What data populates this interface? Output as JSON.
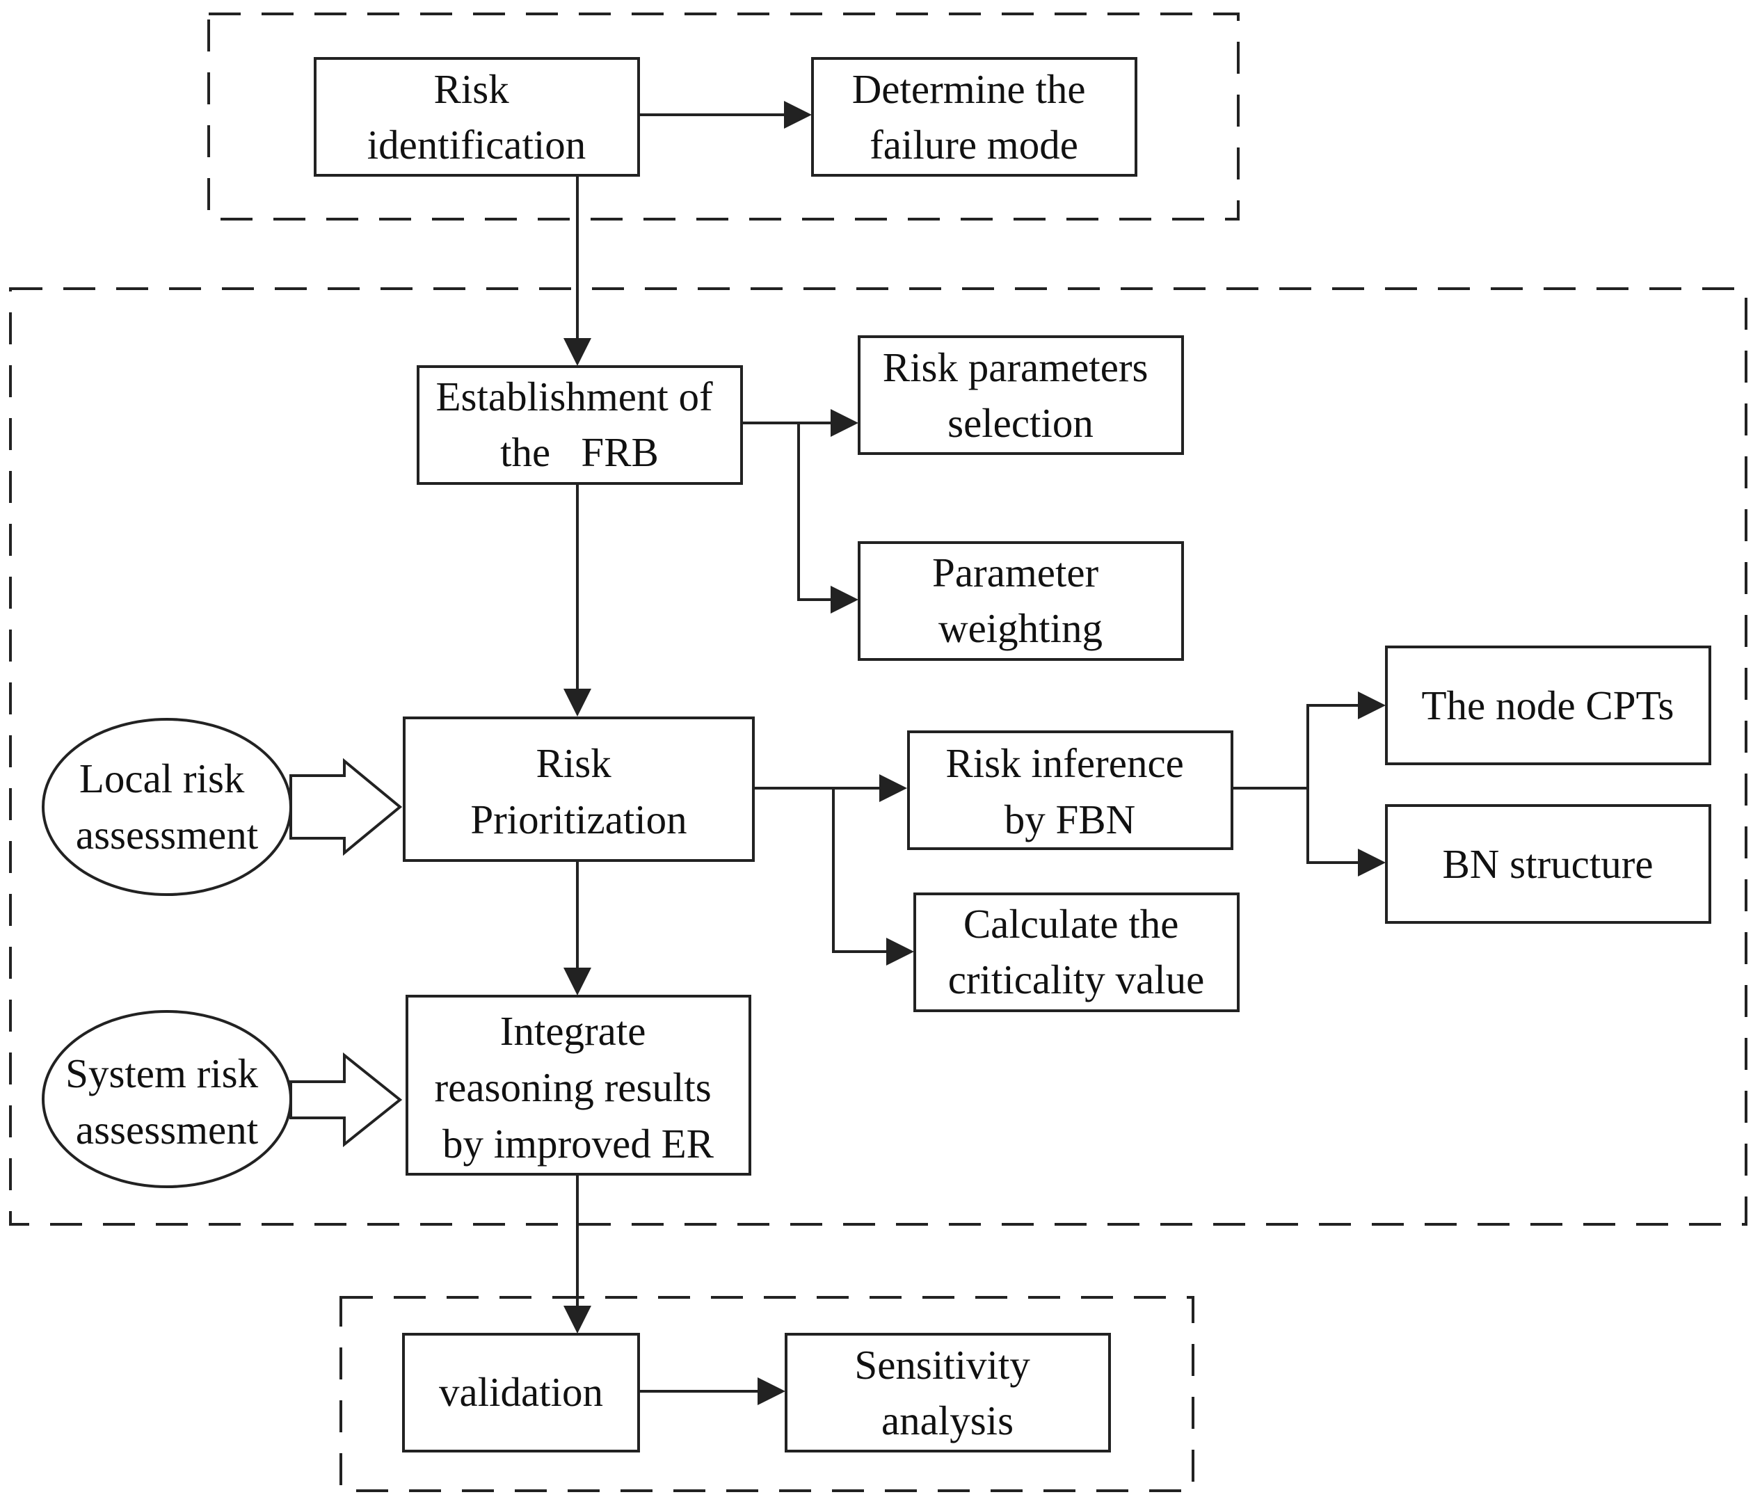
{
  "nodes": {
    "risk_identification": [
      "Risk",
      "identification"
    ],
    "determine_failure_mode": [
      "Determine the",
      "failure mode"
    ],
    "establishment_frb": [
      "Establishment of",
      "the   FRB"
    ],
    "risk_parameters_selection": [
      "Risk parameters",
      "selection"
    ],
    "parameter_weighting": [
      "Parameter",
      "weighting"
    ],
    "risk_prioritization": [
      "Risk",
      "Prioritization"
    ],
    "risk_inference_fbn": [
      "Risk inference",
      "by FBN"
    ],
    "calculate_criticality": [
      "Calculate the",
      "criticality value"
    ],
    "node_cpts": [
      "The node CPTs"
    ],
    "bn_structure": [
      "BN structure"
    ],
    "local_risk_assessment": [
      "Local risk",
      "assessment"
    ],
    "system_risk_assessment": [
      "System risk",
      "assessment"
    ],
    "integrate_reasoning": [
      "Integrate",
      "reasoning results",
      "by improved ER"
    ],
    "validation": [
      "validation"
    ],
    "sensitivity_analysis": [
      "Sensitivity",
      "analysis"
    ]
  },
  "colors": {
    "stroke": "#222222",
    "text": "#111111",
    "background": "#ffffff"
  }
}
